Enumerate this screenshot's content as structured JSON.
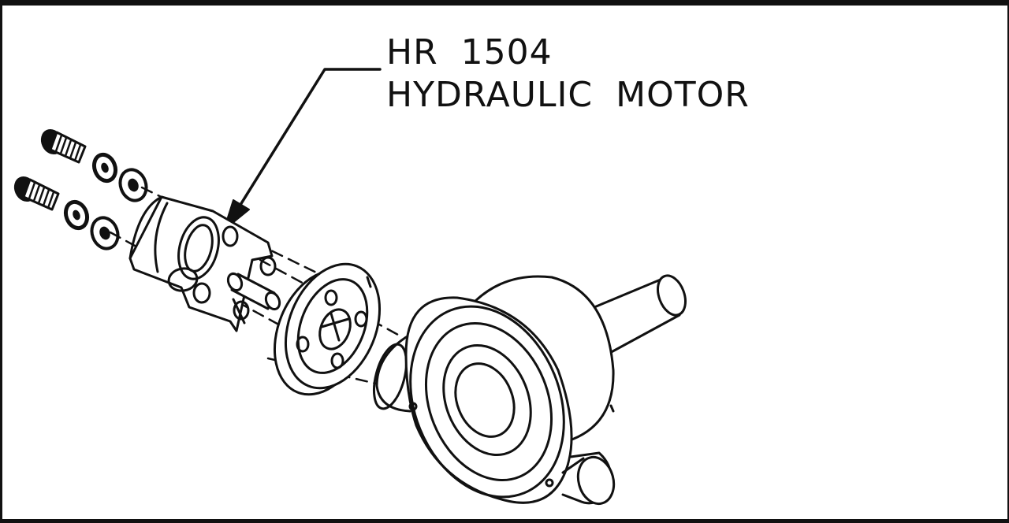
{
  "diagram": {
    "callout": {
      "part_number": "HR 1504",
      "part_name": "HYDRAULIC MOTOR"
    },
    "colors": {
      "line": "#111111",
      "background": "#ffffff"
    },
    "parts": [
      "screw",
      "lock-washer",
      "flat-washer",
      "motor-mount-bracket",
      "coupling-pin",
      "flange-hub",
      "housing"
    ]
  }
}
